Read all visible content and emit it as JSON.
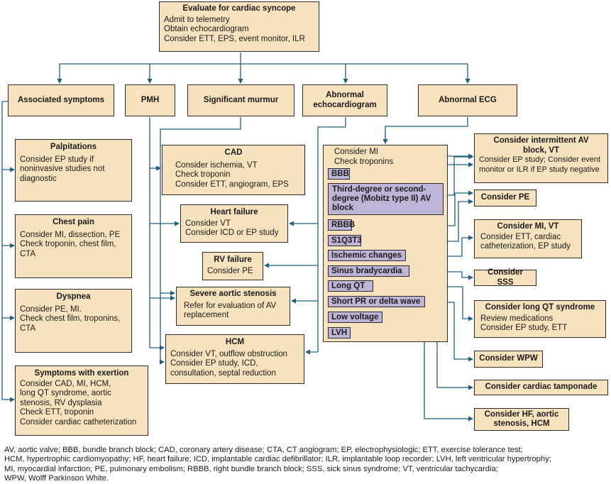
{
  "top": {
    "title": "Evaluate for cardiac syncope",
    "lines": [
      "Admit to telemetry",
      "Obtain echocardiogram",
      "Consider ETT, EPS, event monitor, ILR"
    ]
  },
  "categories": {
    "assoc": "Associated symptoms",
    "pmh": "PMH",
    "murmur": "Significant murmur",
    "echo": "Abnormal echocardiogram",
    "ecg": "Abnormal ECG"
  },
  "symptoms": {
    "palp": {
      "title": "Palpitations",
      "lines": [
        "Consider EP study if",
        "noninvasive studies not",
        "diagnostic"
      ]
    },
    "chest": {
      "title": "Chest pain",
      "lines": [
        "Consider MI, dissection, PE",
        "Check troponin, chest film,",
        "CTA"
      ]
    },
    "dysp": {
      "title": "Dyspnea",
      "lines": [
        "Consider PE, MI.",
        "Check chest film, troponins,",
        "CTA"
      ]
    },
    "exert": {
      "title": "Symptoms with exertion",
      "lines": [
        "Consider CAD, MI, HCM,",
        "long QT syndrome, aortic",
        "stenosis, RV dysplasia",
        "Check ETT, troponin",
        "Consider cardiac catheterization"
      ]
    }
  },
  "middle": {
    "cad": {
      "title": "CAD",
      "lines": [
        "Consider ischemia, VT",
        "Check troponin",
        "Consider ETT, angiogram, EPS"
      ]
    },
    "hf": {
      "title": "Heart failure",
      "lines": [
        "Consider VT",
        "Consider ICD or EP study"
      ]
    },
    "rv": {
      "title": "RV failure",
      "lines": [
        "Consider PE"
      ]
    },
    "sas": {
      "title": "Severe aortic stenosis",
      "lines": [
        "Refer for evaluation of AV",
        "replacement"
      ]
    },
    "hcm": {
      "title": "HCM",
      "lines": [
        "Consider VT, outflow obstruction",
        "Consider EP study, ICD,",
        "consultation, septal reduction"
      ]
    }
  },
  "ecg_panel": {
    "header": [
      "Consider MI",
      "Check troponins"
    ],
    "items": {
      "bbb": "BBB",
      "avb": "Third-degree or second-degree (Mobitz type II) AV block",
      "rbbb": "RBBB",
      "s1q3t3": "S1Q3T3",
      "isch": "Ischemic changes",
      "brady": "Sinus bradycardia",
      "lqt": "Long QT",
      "pr": "Short PR or delta wave",
      "lowv": "Low voltage",
      "lvh": "LVH"
    }
  },
  "right": {
    "avblock": {
      "title": "Consider intermittent AV block, VT",
      "lines": [
        "Consider EP study; Consider event",
        "monitor or ILR if EP study negative"
      ]
    },
    "pe": "Consider PE",
    "mivt": {
      "title": "Consider MI, VT",
      "lines": [
        "Consider ETT, cardiac",
        "catheterization, EP study"
      ]
    },
    "sss": "Consider SSS",
    "lqts": {
      "title": "Consider long QT syndrome",
      "lines": [
        "Review medications",
        "Consider EP study, ETT"
      ]
    },
    "wpw": "Consider WPW",
    "tamp": "Consider cardiac tamponade",
    "hfas": "Consider HF, aortic stenosis, HCM"
  },
  "footnote": [
    "AV, aortic valve; BBB, bundle branch block; CAD, coronary artery disease; CTA, CT angiogram; EP, electrophysiologic; ETT, exercise tolerance test;",
    "HCM, hypertrophic cardiomyopathy; HF, heart failure; ICD, implantable cardiac defibrillator; ILR, implantable loop recorder; LVH, left ventricular hypertrophy;",
    "MI, myocardial infarction; PE, pulmonary embolism; RBBB, right bundle branch block; SSS, sick sinus syndrome; VT, ventricular tachycardia;",
    "WPW, Wolff Parkinson White."
  ],
  "colors": {
    "box_fill": "#f6e2bd",
    "purple_fill": "#bdb4d8",
    "arrow": "#1e5f86"
  }
}
